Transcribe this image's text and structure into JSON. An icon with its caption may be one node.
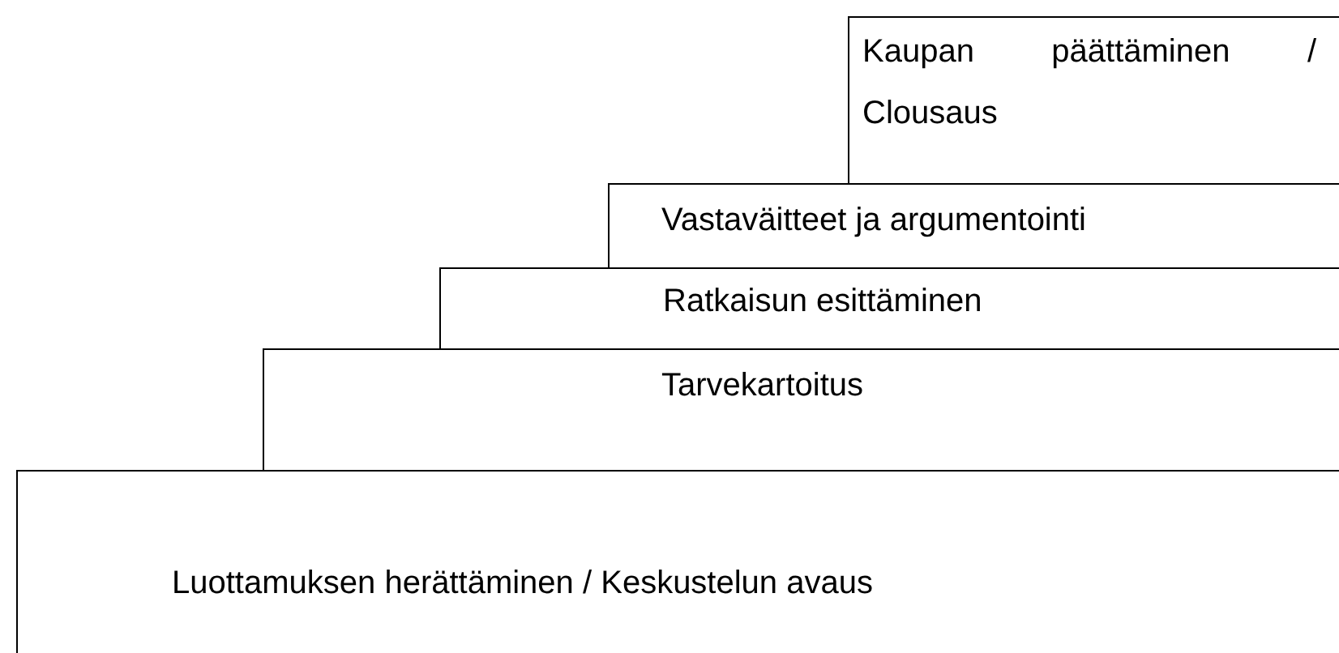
{
  "diagram": {
    "nodes": [
      {
        "text": [
          "Kaupan päättäminen / Clousaus"
        ]
      },
      {
        "text": [
          "Vastaväitteet ja argumentointi"
        ]
      },
      {
        "text": [
          "Ratkaisun esittäminen"
        ]
      },
      {
        "text": [
          "Tarvekartoitus"
        ]
      },
      {
        "text": [
          "Luottamuksen herättäminen / Keskustelun avaus"
        ]
      }
    ]
  }
}
